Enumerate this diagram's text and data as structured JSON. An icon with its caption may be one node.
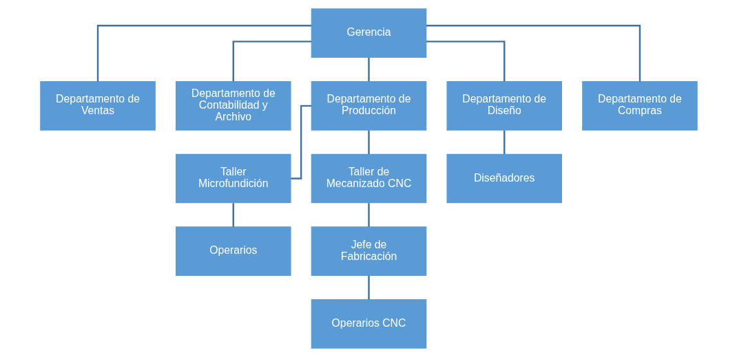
{
  "diagram": {
    "nodes": [
      {
        "text": [
          "Gerencia"
        ]
      },
      {
        "text": [
          "Departamento de Ventas"
        ]
      },
      {
        "text": [
          "Departamento de Contabilidad y Archivo"
        ]
      },
      {
        "text": [
          "Departamento de Producción"
        ]
      },
      {
        "text": [
          "Departamento de Diseño"
        ]
      },
      {
        "text": [
          "Departamento de Compras"
        ]
      },
      {
        "text": [
          "Taller Microfundición"
        ]
      },
      {
        "text": [
          "Taller de Mecanizado CNC"
        ]
      },
      {
        "text": [
          "Diseñadores"
        ]
      },
      {
        "text": [
          "Operarios"
        ]
      },
      {
        "text": [
          "Jefe de Fabricación"
        ]
      },
      {
        "text": [
          "Operarios CNC"
        ]
      }
    ],
    "edges": [
      {
        "from": 0,
        "to": 1,
        "arrow": "none"
      },
      {
        "from": 0,
        "to": 2,
        "arrow": "none"
      },
      {
        "from": 0,
        "to": 3,
        "arrow": "none"
      },
      {
        "from": 0,
        "to": 4,
        "arrow": "none"
      },
      {
        "from": 0,
        "to": 5,
        "arrow": "none"
      },
      {
        "from": 3,
        "to": 6,
        "arrow": "none"
      },
      {
        "from": 3,
        "to": 7,
        "arrow": "none"
      },
      {
        "from": 4,
        "to": 8,
        "arrow": "none"
      },
      {
        "from": 6,
        "to": 9,
        "arrow": "none"
      },
      {
        "from": 7,
        "to": 10,
        "arrow": "none"
      },
      {
        "from": 10,
        "to": 11,
        "arrow": "none"
      }
    ]
  }
}
